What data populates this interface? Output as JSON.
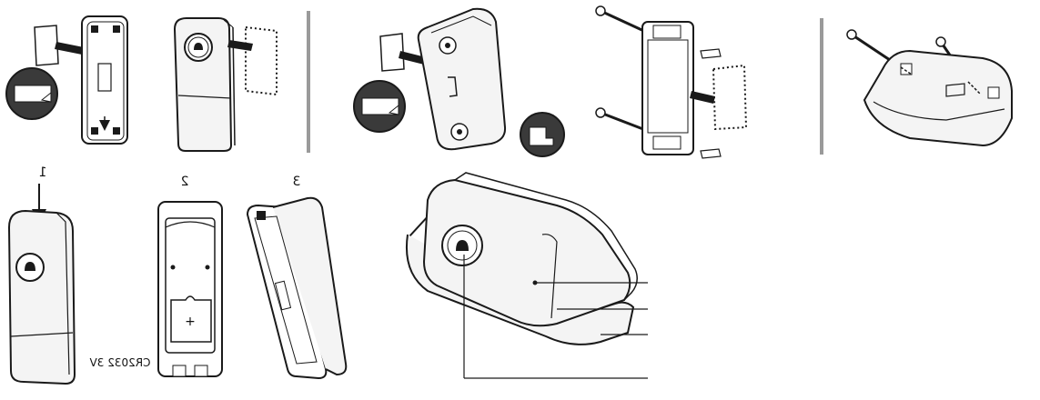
{
  "labels": {
    "step_1": "1",
    "step_2": "2",
    "step_3": "3",
    "battery": "CR2032 3V",
    "plus": "+"
  },
  "colors": {
    "line": "#1a1a1a",
    "dark_fill": "#3a3a3a",
    "divider": "#9a9a9a",
    "device_fill": "#f4f4f4"
  }
}
